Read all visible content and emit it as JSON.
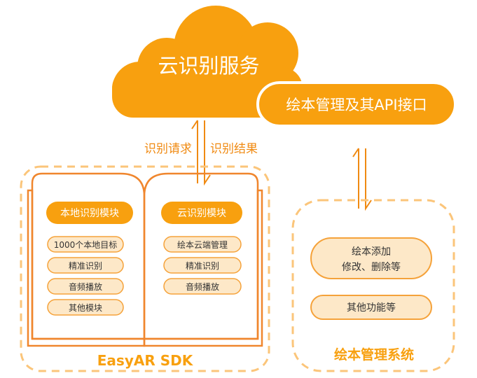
{
  "cloud": {
    "title": "云识别服务"
  },
  "api_bar": {
    "label": "绘本管理及其API接口"
  },
  "arrows": {
    "request_label": "识别请求",
    "result_label": "识别结果"
  },
  "sdk": {
    "title": "EasyAR SDK",
    "local_module": {
      "header": "本地识别模块",
      "items": [
        "1000个本地目标",
        "精准识别",
        "音频播放",
        "其他模块"
      ]
    },
    "cloud_module": {
      "header": "云识别模块",
      "items": [
        "绘本云端管理",
        "精准识别",
        "音频播放"
      ]
    }
  },
  "management": {
    "title": "绘本管理系统",
    "box1_line1": "绘本添加",
    "box1_line2": "修改、删除等",
    "box2": "其他功能等"
  },
  "colors": {
    "orange": "#f8a00f",
    "orange_dark": "#f28a0c",
    "pill_fill": "#fde8c8",
    "pill_stroke": "#f5a23a",
    "dash": "#fbc57a",
    "book_line": "#f0862d",
    "text_orange": "#f08a12"
  }
}
